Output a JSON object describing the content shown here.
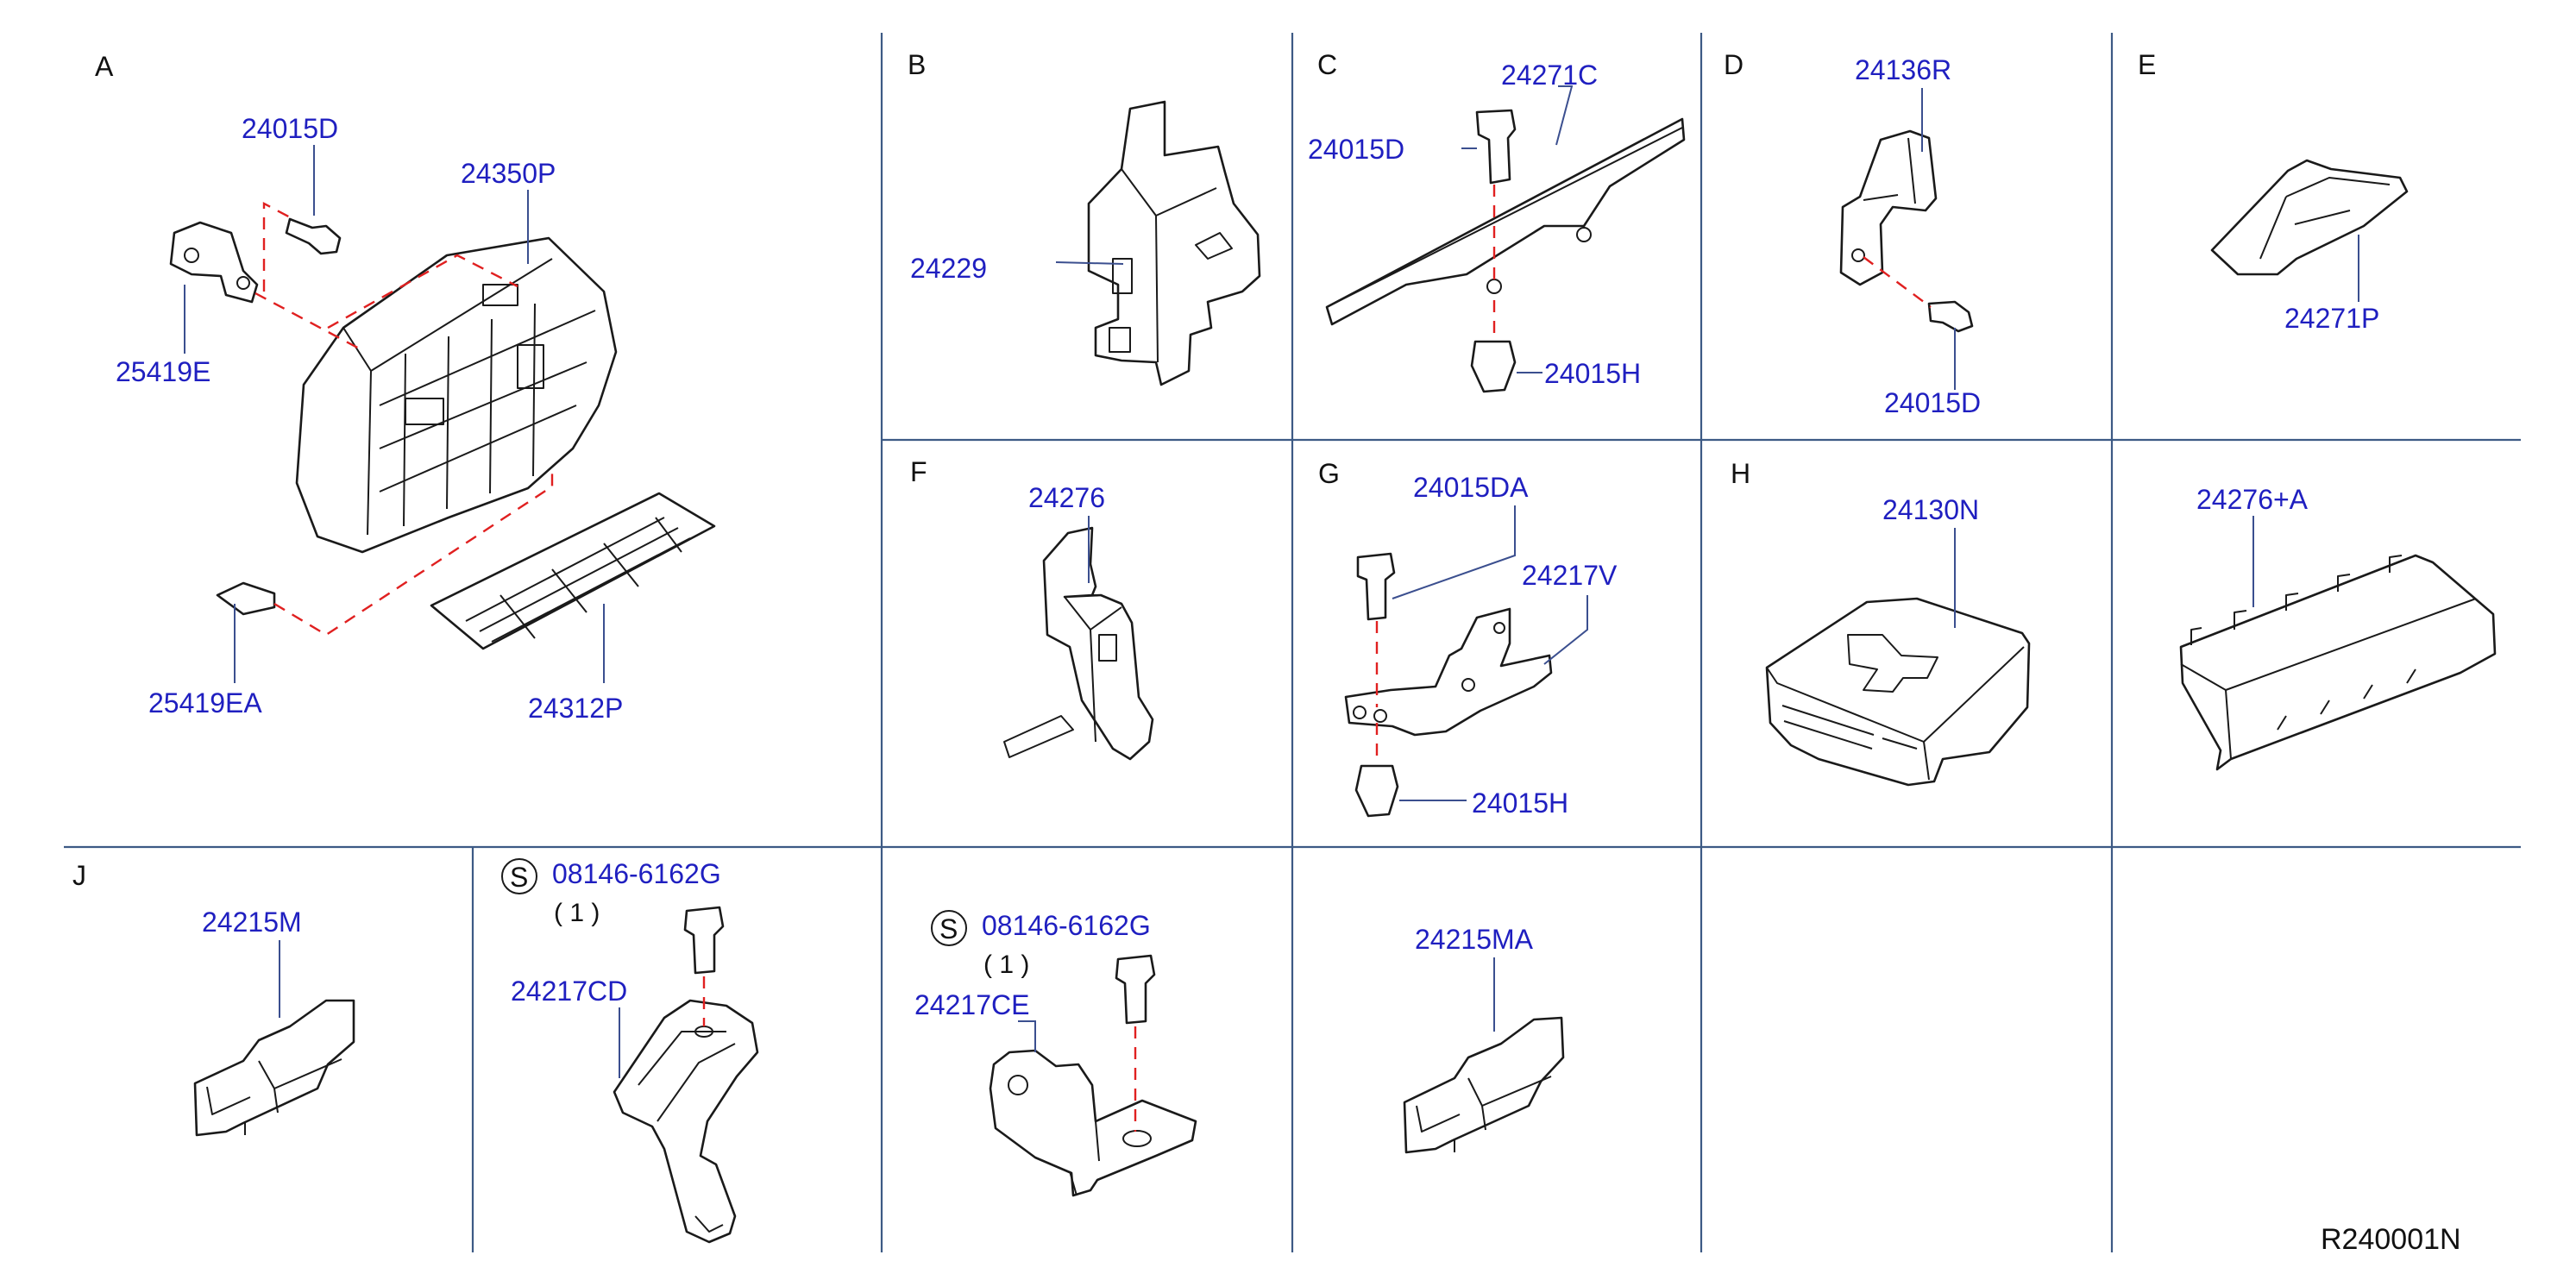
{
  "sections": [
    {
      "id": "A",
      "letter": "A",
      "parts": [
        "24015D",
        "24350P",
        "25419E",
        "25419EA",
        "24312P"
      ]
    },
    {
      "id": "B",
      "letter": "B",
      "parts": [
        "24229"
      ]
    },
    {
      "id": "C",
      "letter": "C",
      "parts": [
        "24271C",
        "24015D",
        "24015H"
      ]
    },
    {
      "id": "D",
      "letter": "D",
      "parts": [
        "24136R",
        "24015D"
      ]
    },
    {
      "id": "E",
      "letter": "E",
      "parts": [
        "24271P"
      ]
    },
    {
      "id": "F",
      "letter": "F",
      "parts": [
        "24276"
      ]
    },
    {
      "id": "G",
      "letter": "G",
      "parts": [
        "24015DA",
        "24217V",
        "24015H"
      ]
    },
    {
      "id": "H",
      "letter": "H",
      "parts": [
        "24130N"
      ]
    },
    {
      "id": "I",
      "letter": "",
      "parts": [
        "24276+A"
      ]
    },
    {
      "id": "J",
      "letter": "J",
      "parts": [
        "24215M"
      ]
    },
    {
      "id": "K",
      "letter": "",
      "parts": [
        "08146-6162G",
        "24217CD"
      ],
      "symbol": "S",
      "qty": "( 1 )"
    },
    {
      "id": "L",
      "letter": "",
      "parts": [
        "08146-6162G",
        "24217CE"
      ],
      "symbol": "S",
      "qty": "( 1 )"
    },
    {
      "id": "M",
      "letter": "",
      "parts": [
        "24215MA"
      ]
    }
  ],
  "reference": "R240001N",
  "colors": {
    "part_label": "#1f1fc0",
    "grid": "#3d5a85",
    "dashed_leader": "#e02020",
    "drawing": "#1a1a1a"
  }
}
